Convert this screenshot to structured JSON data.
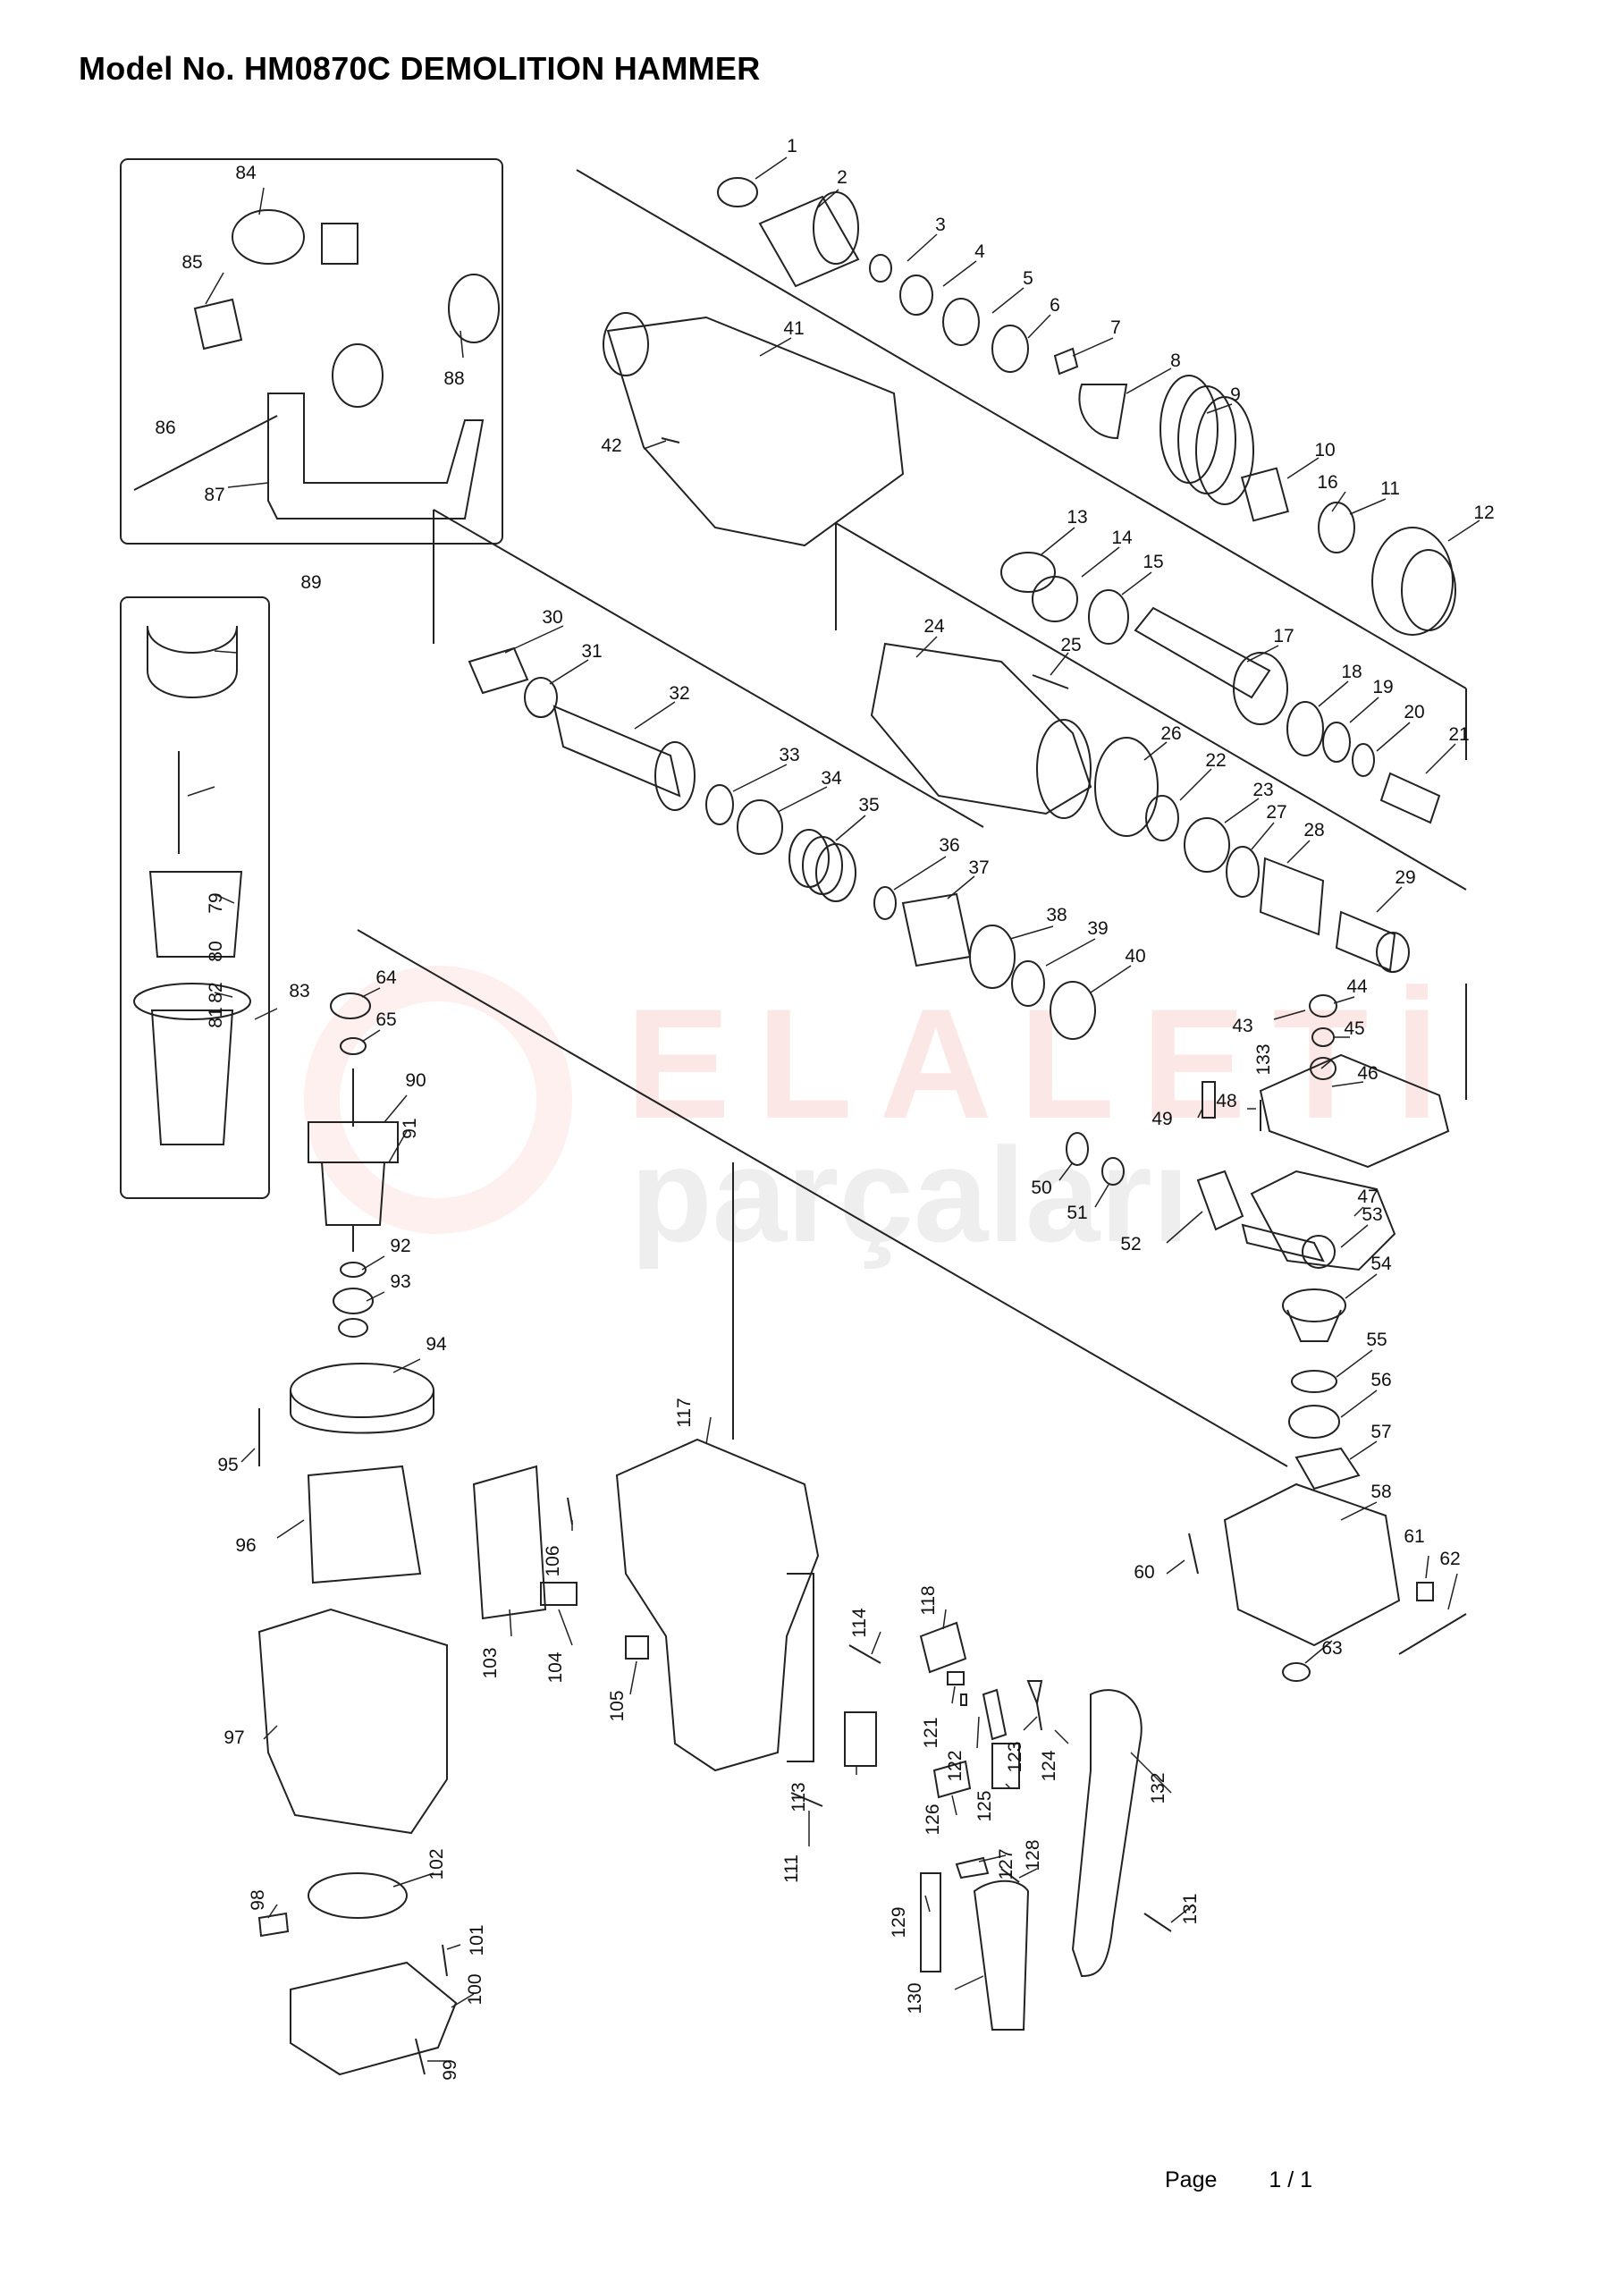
{
  "header": {
    "title": "Model No. HM0870C  DEMOLITION HAMMER"
  },
  "watermark": {
    "line1": "ELALETİ",
    "line2": "parçaları"
  },
  "footer": {
    "page_label": "Page",
    "page_number": "1 / 1"
  },
  "part_numbers": [
    "1",
    "2",
    "3",
    "4",
    "5",
    "6",
    "7",
    "8",
    "9",
    "10",
    "11",
    "12",
    "13",
    "14",
    "15",
    "16",
    "17",
    "18",
    "19",
    "20",
    "21",
    "22",
    "23",
    "24",
    "25",
    "26",
    "27",
    "28",
    "29",
    "30",
    "31",
    "32",
    "33",
    "34",
    "35",
    "36",
    "37",
    "38",
    "39",
    "40",
    "41",
    "42",
    "43",
    "44",
    "45",
    "46",
    "47",
    "48",
    "49",
    "50",
    "51",
    "52",
    "53",
    "54",
    "55",
    "56",
    "57",
    "58",
    "60",
    "61",
    "62",
    "63",
    "64",
    "65",
    "79",
    "80",
    "81",
    "82",
    "83",
    "84",
    "85",
    "86",
    "87",
    "88",
    "89",
    "90",
    "91",
    "92",
    "93",
    "94",
    "95",
    "96",
    "97",
    "98",
    "99",
    "100",
    "101",
    "102",
    "103",
    "104",
    "105",
    "106",
    "111",
    "113",
    "114",
    "117",
    "118",
    "121",
    "122",
    "123",
    "124",
    "125",
    "126",
    "127",
    "128",
    "129",
    "130",
    "131",
    "132",
    "133"
  ]
}
